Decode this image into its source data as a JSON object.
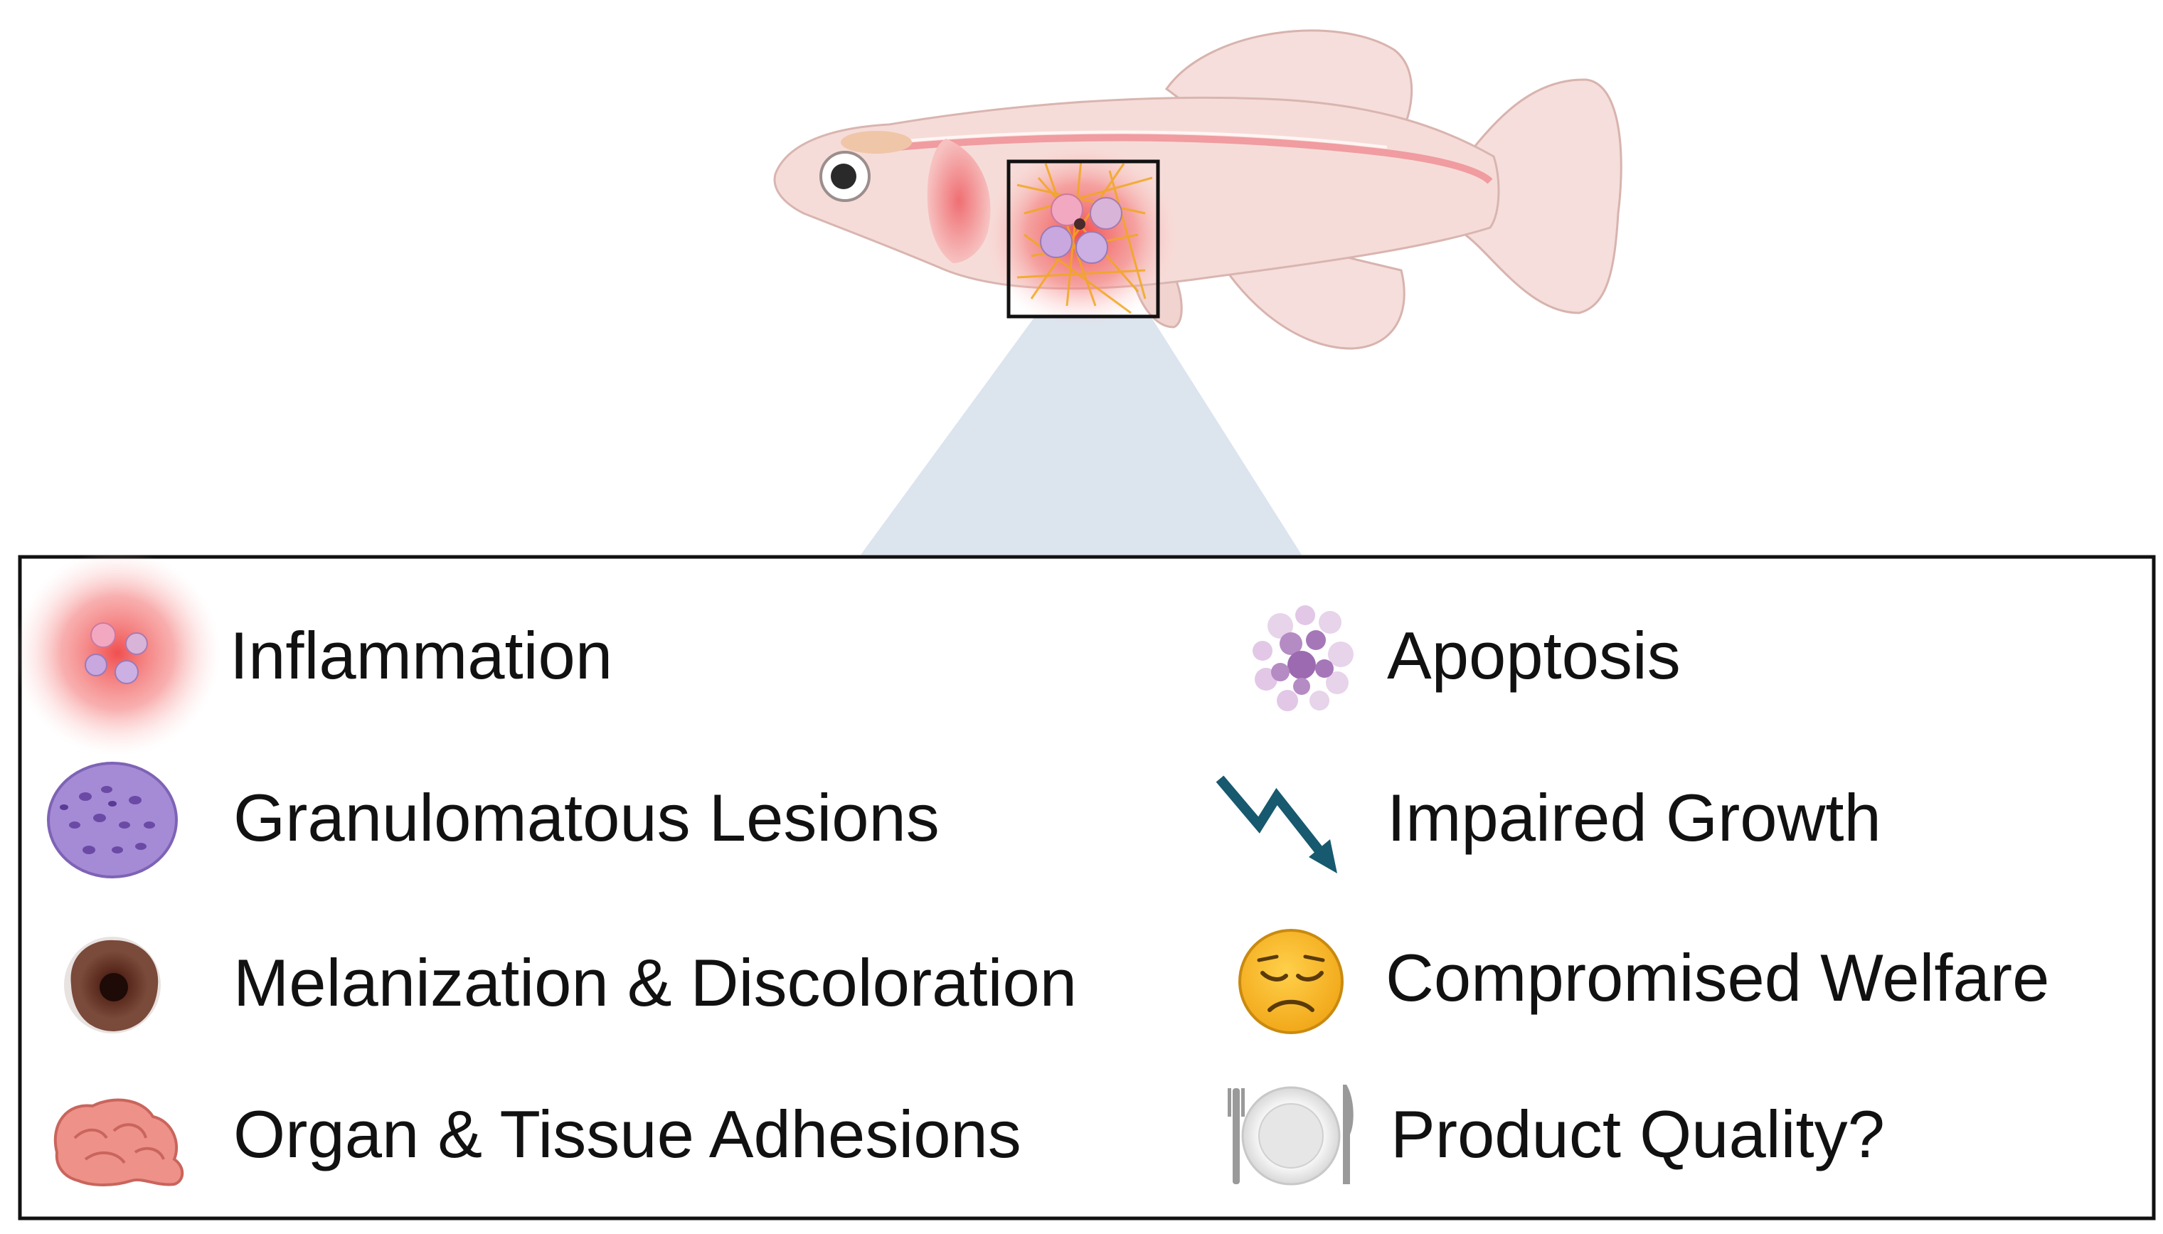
{
  "legend": {
    "items": [
      {
        "id": "inflammation",
        "label": "Inflammation",
        "icon": "inflammation-cells-icon"
      },
      {
        "id": "granulomatous",
        "label": "Granulomatous Lesions",
        "icon": "granuloma-icon"
      },
      {
        "id": "melanization",
        "label": "Melanization & Discoloration",
        "icon": "melanized-lesion-icon"
      },
      {
        "id": "adhesions",
        "label": "Organ & Tissue Adhesions",
        "icon": "intestine-icon"
      },
      {
        "id": "apoptosis",
        "label": "Apoptosis",
        "icon": "apoptotic-cell-icon"
      },
      {
        "id": "growth",
        "label": "Impaired Growth",
        "icon": "down-trend-arrow-icon"
      },
      {
        "id": "welfare",
        "label": "Compromised Welfare",
        "icon": "sad-face-icon"
      },
      {
        "id": "quality",
        "label": "Product Quality?",
        "icon": "plate-cutlery-icon"
      }
    ]
  },
  "colors": {
    "border": "#111111",
    "fish_body": "#f5dcd8",
    "inflammation": "#f26b6b",
    "granuloma": "#a58bd6",
    "melanin": "#5a2a1e",
    "intestine": "#ee9188",
    "growth_arrow": "#17596e",
    "face": "#f5b51f",
    "zoom_cone": "#dce4ee"
  }
}
